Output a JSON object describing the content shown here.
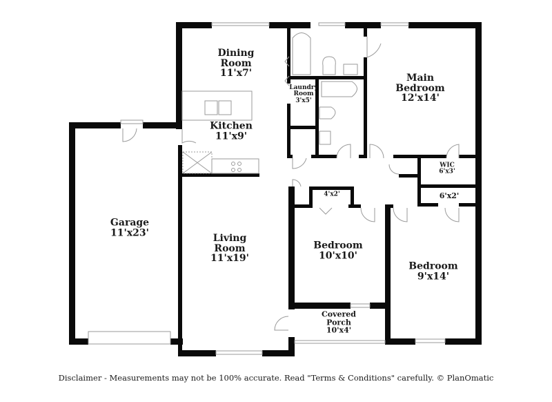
{
  "plan": {
    "rooms": [
      {
        "id": "dining-room",
        "name_lines": [
          "Dining",
          "Room"
        ],
        "size": "11'x7'"
      },
      {
        "id": "kitchen",
        "name_lines": [
          "Kitchen"
        ],
        "size": "11'x9'"
      },
      {
        "id": "laundry-room",
        "name_lines": [
          "Laundry",
          "Room"
        ],
        "size": "3'x5'"
      },
      {
        "id": "main-bedroom",
        "name_lines": [
          "Main",
          "Bedroom"
        ],
        "size": "12'x14'"
      },
      {
        "id": "wic",
        "name_lines": [
          "WIC"
        ],
        "size": "6'x3'"
      },
      {
        "id": "closet-4x2",
        "name_lines": [],
        "size": "4'x2'"
      },
      {
        "id": "closet-6x2",
        "name_lines": [],
        "size": "6'x2'"
      },
      {
        "id": "garage",
        "name_lines": [
          "Garage"
        ],
        "size": "11'x23'"
      },
      {
        "id": "living-room",
        "name_lines": [
          "Living",
          "Room"
        ],
        "size": "11'x19'"
      },
      {
        "id": "bedroom-2",
        "name_lines": [
          "Bedroom"
        ],
        "size": "10'x10'"
      },
      {
        "id": "bedroom-3",
        "name_lines": [
          "Bedroom"
        ],
        "size": "9'x14'"
      },
      {
        "id": "covered-porch",
        "name_lines": [
          "Covered",
          "Porch"
        ],
        "size": "10'x4'"
      }
    ]
  },
  "footer": {
    "disclaimer": "Disclaimer - Measurements may not be 100% accurate. Read \"Terms & Conditions\" carefully. © PlanOmatic"
  }
}
